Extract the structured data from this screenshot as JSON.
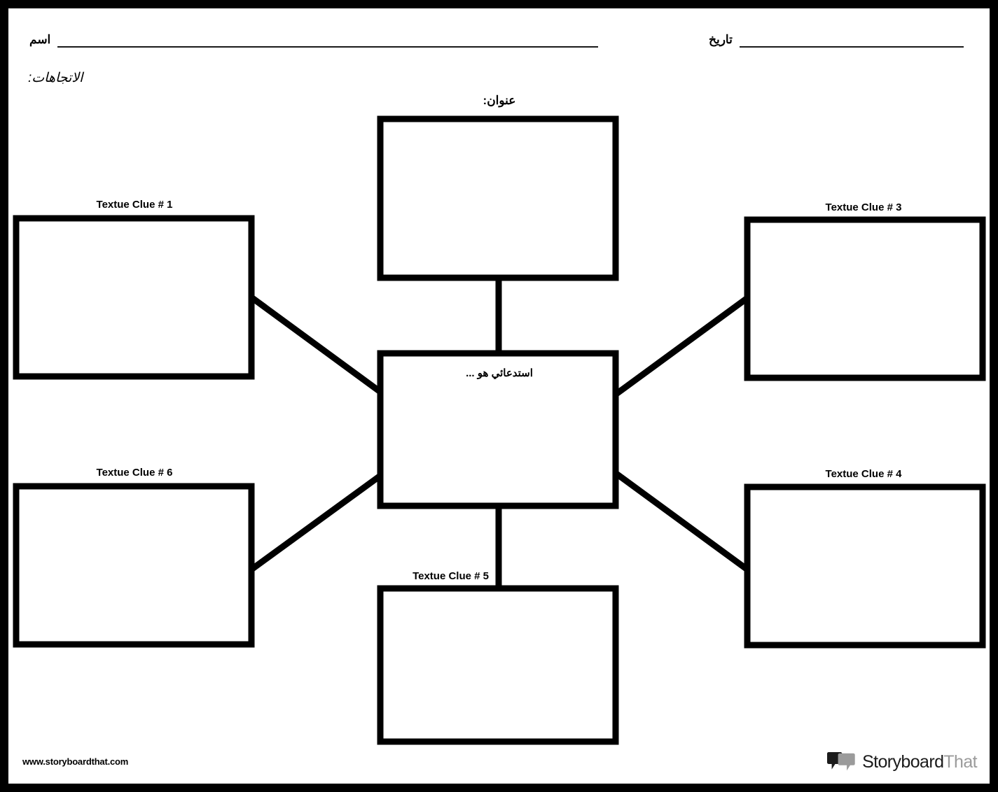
{
  "page": {
    "frame_color": "#000000",
    "paper_color": "#ffffff",
    "ink_color": "#000000"
  },
  "header": {
    "name_label": "اسم",
    "date_label": "تاريخ",
    "directions_label": "الاتجاهات:"
  },
  "diagram": {
    "type": "character-web-graphic-organizer",
    "title_label": "عنوان:",
    "center": {
      "label": "استدعائي هو ...",
      "value": ""
    },
    "nodes": [
      {
        "id": "clue1",
        "label": "Textue Clue # 1",
        "value": "",
        "position": "top-left"
      },
      {
        "id": "clue3",
        "label": "Textue Clue # 3",
        "value": "",
        "position": "top-right"
      },
      {
        "id": "clue6",
        "label": "Textue Clue # 6",
        "value": "",
        "position": "bottom-left"
      },
      {
        "id": "clue4",
        "label": "Textue Clue # 4",
        "value": "",
        "position": "bottom-right"
      },
      {
        "id": "clue5",
        "label": "Textue Clue # 5",
        "value": "",
        "position": "bottom-center"
      },
      {
        "id": "title",
        "label": "عنوان:",
        "value": "",
        "position": "top-center"
      }
    ]
  },
  "footer": {
    "url": "www.storyboardthat.com",
    "brand_primary": "Storyboard",
    "brand_secondary": "That",
    "brand_primary_color": "#1b1b1b",
    "brand_secondary_color": "#9b9b9b"
  }
}
